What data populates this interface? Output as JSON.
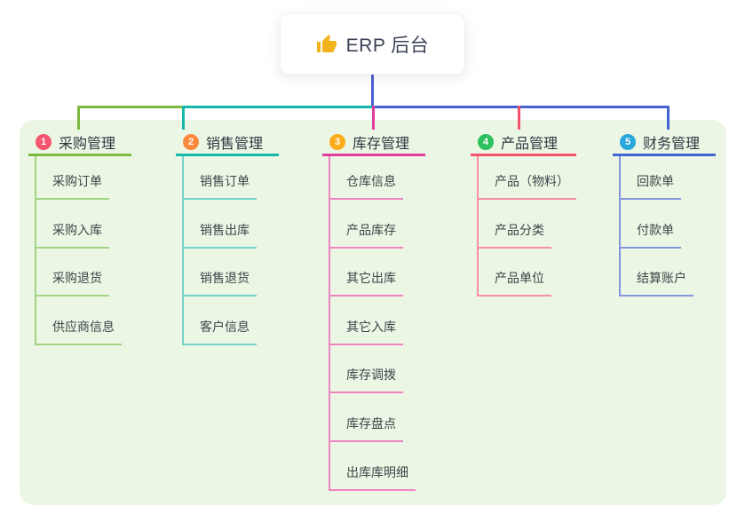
{
  "root": {
    "title": "ERP 后台",
    "icon": "thumbs-up-icon"
  },
  "branches": [
    {
      "badge": "1",
      "label": "采购管理",
      "badge_color": "#f4566e",
      "line_color": "#7cb93e",
      "child_line_color": "#a2d383",
      "children": [
        "采购订单",
        "采购入库",
        "采购退货",
        "供应商信息"
      ]
    },
    {
      "badge": "2",
      "label": "销售管理",
      "badge_color": "#fb8a3d",
      "line_color": "#14b8ab",
      "child_line_color": "#76d3c9",
      "children": [
        "销售订单",
        "销售出库",
        "销售退货",
        "客户信息"
      ]
    },
    {
      "badge": "3",
      "label": "库存管理",
      "badge_color": "#fcab1a",
      "line_color": "#e23d9d",
      "child_line_color": "#f084c1",
      "children": [
        "仓库信息",
        "产品库存",
        "其它出库",
        "其它入库",
        "库存调拨",
        "库存盘点",
        "出库库明细"
      ]
    },
    {
      "badge": "4",
      "label": "产品管理",
      "badge_color": "#2fc05f",
      "line_color": "#f4516c",
      "child_line_color": "#f890a0",
      "children": [
        "产品（物料）",
        "产品分类",
        "产品单位"
      ]
    },
    {
      "badge": "5",
      "label": "财务管理",
      "badge_color": "#2aa7dc",
      "line_color": "#4365d2",
      "child_line_color": "#8496dc",
      "children": [
        "回款单",
        "付款单",
        "结算账户"
      ]
    }
  ],
  "colors": {
    "connector": "#4a5fd0",
    "panel_bg": "#ebf7e4",
    "card_bg": "#ffffff",
    "title_text": "#3a4254",
    "thumb": "#f2b21c"
  }
}
